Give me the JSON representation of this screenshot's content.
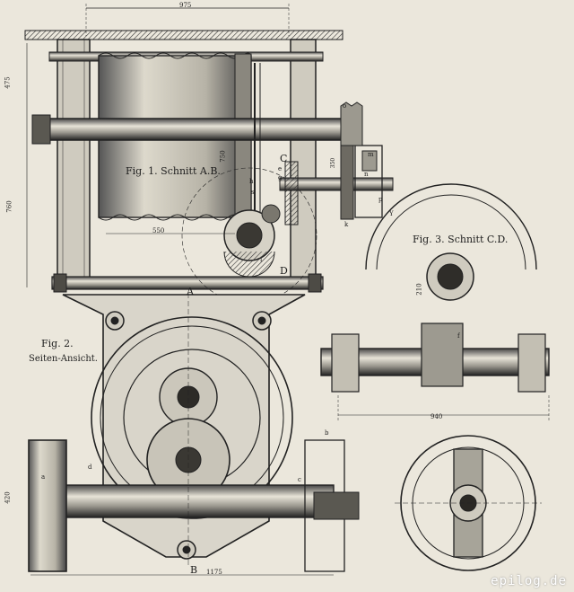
{
  "captions": {
    "fig1": "Fig. 1. Schnitt A.B.",
    "fig3": "Fig. 3. Schnitt C.D.",
    "fig2_title": "Fig. 2.",
    "fig2_sub": "Seiten-Ansicht."
  },
  "dimensions": {
    "top_width": "975",
    "left_height_top": "475",
    "left_height": "760",
    "inner_550": "550",
    "inner_750": "750",
    "fig3_width": "940",
    "fig3_radius": "210",
    "bottom_width": "1175",
    "left_vertical": "420",
    "small_350": "350"
  },
  "letters": {
    "A": "A",
    "B": "B",
    "C": "C",
    "D": "D",
    "a": "a",
    "b": "b",
    "c": "c",
    "d": "d",
    "e": "e",
    "f": "f",
    "g": "g",
    "h": "h",
    "i": "i",
    "k": "k",
    "m": "m",
    "n": "n",
    "o": "o",
    "p": "p",
    "s": "s",
    "Y": "Y"
  },
  "watermark": "epilog.de"
}
